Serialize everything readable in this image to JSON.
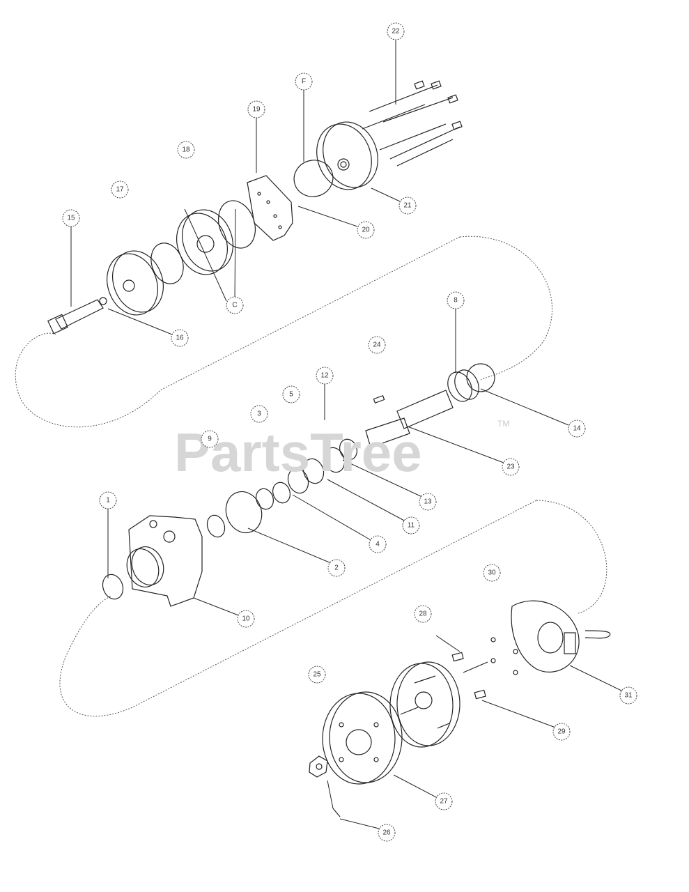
{
  "watermark": {
    "text": "PartsTree",
    "trademark": "TM"
  },
  "callouts": [
    {
      "id": "c22",
      "label": "22"
    },
    {
      "id": "cF",
      "label": "F"
    },
    {
      "id": "c19",
      "label": "19"
    },
    {
      "id": "c18",
      "label": "18"
    },
    {
      "id": "c17",
      "label": "17"
    },
    {
      "id": "c15",
      "label": "15"
    },
    {
      "id": "c21",
      "label": "21"
    },
    {
      "id": "c20",
      "label": "20"
    },
    {
      "id": "cC",
      "label": "C"
    },
    {
      "id": "c16",
      "label": "16"
    },
    {
      "id": "c8",
      "label": "8"
    },
    {
      "id": "c24",
      "label": "24"
    },
    {
      "id": "c12",
      "label": "12"
    },
    {
      "id": "c5",
      "label": "5"
    },
    {
      "id": "c3",
      "label": "3"
    },
    {
      "id": "c9",
      "label": "9"
    },
    {
      "id": "c14",
      "label": "14"
    },
    {
      "id": "c23",
      "label": "23"
    },
    {
      "id": "c13",
      "label": "13"
    },
    {
      "id": "c11",
      "label": "11"
    },
    {
      "id": "c4",
      "label": "4"
    },
    {
      "id": "c2",
      "label": "2"
    },
    {
      "id": "c1",
      "label": "1"
    },
    {
      "id": "c10",
      "label": "10"
    },
    {
      "id": "c30",
      "label": "30"
    },
    {
      "id": "c28",
      "label": "28"
    },
    {
      "id": "c25",
      "label": "25"
    },
    {
      "id": "c31",
      "label": "31"
    },
    {
      "id": "c29",
      "label": "29"
    },
    {
      "id": "c27",
      "label": "27"
    },
    {
      "id": "c26",
      "label": "26"
    }
  ]
}
